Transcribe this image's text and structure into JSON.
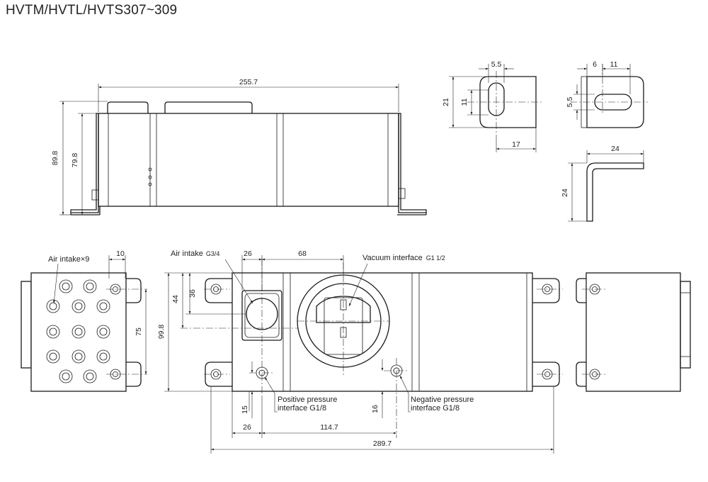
{
  "title": "HVTM/HVTL/HVTS307~309",
  "top_view": {
    "width_label": "255.7",
    "height_outer_label": "89.8",
    "height_inner_label": "79.8"
  },
  "bracket_front": {
    "w_label": "5.5",
    "h_label": "21",
    "slot_label": "11",
    "offset_label": "17"
  },
  "bracket_side": {
    "a_label": "6",
    "b_label": "11",
    "h_label": "5.5"
  },
  "bracket_profile": {
    "w_label": "24",
    "h_label": "24"
  },
  "left_view": {
    "air_intake_label": "Air intake×9",
    "width_label": "10",
    "height_label": "75"
  },
  "front_view": {
    "air_intake_label": "Air intake",
    "air_intake_thread": "G3/4",
    "vacuum_label": "Vacuum interface",
    "vacuum_thread": "G1 1/2",
    "pos_label_1": "Positive pressure",
    "pos_label_2": "interface G1/8",
    "neg_label_1": "Negative pressure",
    "neg_label_2": "interface G1/8",
    "dim_26_top": "26",
    "dim_68": "68",
    "dim_36": "36",
    "dim_44": "44",
    "dim_99_8": "99.8",
    "dim_15": "15",
    "dim_16": "16",
    "dim_26_bottom": "26",
    "dim_114_7": "114.7",
    "dim_289_7": "289.7"
  }
}
